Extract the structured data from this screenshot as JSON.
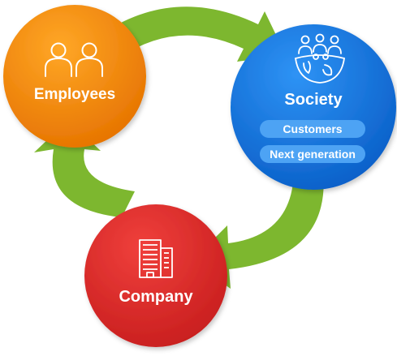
{
  "nodes": {
    "employees": {
      "label": "Employees",
      "icon": "people-icon",
      "color": "#F08A00"
    },
    "society": {
      "label": "Society",
      "icon": "community-globe-icon",
      "color": "#1F7FE8",
      "items": [
        "Customers",
        "Next generation"
      ]
    },
    "company": {
      "label": "Company",
      "icon": "office-building-icon",
      "color": "#E32A2A"
    }
  },
  "arrows": {
    "color": "#7DB72F",
    "direction": "clockwise"
  }
}
